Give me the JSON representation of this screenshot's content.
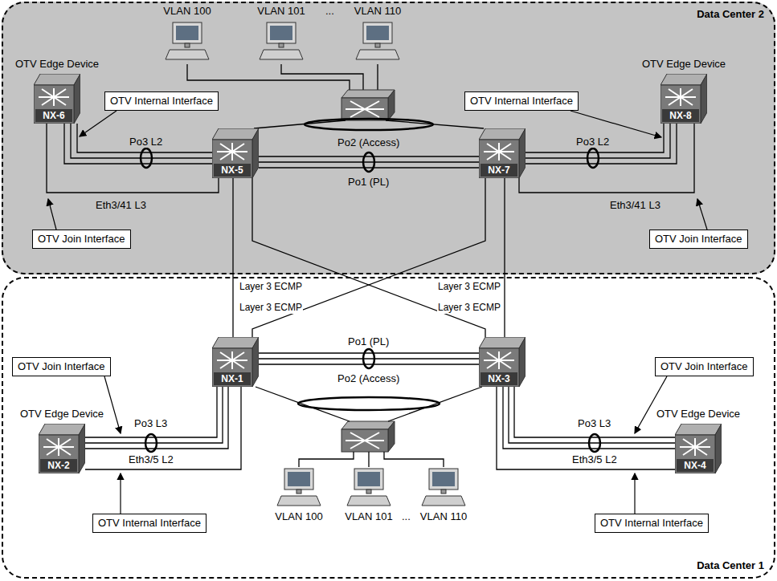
{
  "diagram": {
    "nodes": [
      {
        "text": [
          "Data Center 2"
        ]
      },
      {
        "text": [
          "VLAN 100"
        ],
        "in": 0
      },
      {
        "text": [
          "VLAN 101"
        ],
        "in": 0
      },
      {
        "text": [
          "VLAN 110"
        ],
        "in": 0
      },
      {
        "text": [
          "OTV Edge Device",
          "NX-6"
        ],
        "in": 0
      },
      {
        "text": [
          "OTV Internal Interface"
        ],
        "in": 0
      },
      {
        "text": [
          "NX-5"
        ],
        "in": 0
      },
      {
        "text": [
          "NX-7"
        ],
        "in": 0
      },
      {
        "text": [
          "OTV Internal Interface"
        ],
        "in": 0
      },
      {
        "text": [
          "OTV Edge Device",
          "NX-8"
        ],
        "in": 0
      },
      {
        "text": [
          "OTV Join Interface"
        ],
        "in": 0
      },
      {
        "text": [
          "OTV Join Interface"
        ],
        "in": 0
      },
      {
        "text": [
          "Data Center 1"
        ]
      },
      {
        "text": [
          "OTV Join Interface"
        ],
        "in": 12
      },
      {
        "text": [
          "NX-1"
        ],
        "in": 12
      },
      {
        "text": [
          "NX-3"
        ],
        "in": 12
      },
      {
        "text": [
          "OTV Join Interface"
        ],
        "in": 12
      },
      {
        "text": [
          "OTV Edge Device",
          "NX-2"
        ],
        "in": 12
      },
      {
        "text": [
          "OTV Edge Device",
          "NX-4"
        ],
        "in": 12
      },
      {
        "text": [
          "OTV Internal Interface"
        ],
        "in": 12
      },
      {
        "text": [
          "VLAN 100"
        ],
        "in": 12
      },
      {
        "text": [
          "VLAN 101"
        ],
        "in": 12
      },
      {
        "text": [
          "VLAN 110"
        ],
        "in": 12
      },
      {
        "text": [
          "OTV Internal Interface"
        ],
        "in": 12
      }
    ],
    "edges": [
      {
        "from": 4,
        "to": 6,
        "label": "Po3 L2",
        "arrow": "none"
      },
      {
        "from": 4,
        "to": 6,
        "label": "Eth3/41 L3",
        "arrow": "none"
      },
      {
        "from": 6,
        "to": 7,
        "label": "Po1 (PL)",
        "arrow": "none"
      },
      {
        "from": 9,
        "to": 7,
        "label": "Po3 L2",
        "arrow": "none"
      },
      {
        "from": 9,
        "to": 7,
        "label": "Eth3/41 L3",
        "arrow": "none"
      },
      {
        "from": 6,
        "to": 14,
        "arrow": "none"
      },
      {
        "from": 6,
        "to": 15,
        "arrow": "none"
      },
      {
        "from": 7,
        "to": 14,
        "arrow": "none"
      },
      {
        "from": 7,
        "to": 15,
        "arrow": "none"
      },
      {
        "from": 14,
        "to": 15,
        "label": "Po1 (PL)",
        "arrow": "none"
      },
      {
        "from": 14,
        "to": 17,
        "label": "Po3 L3",
        "arrow": "none"
      },
      {
        "from": 14,
        "to": 17,
        "label": "Eth3/5 L2",
        "arrow": "none"
      },
      {
        "from": 15,
        "to": 18,
        "label": "Po3 L3",
        "arrow": "none"
      },
      {
        "from": 15,
        "to": 18,
        "label": "Eth3/5 L2",
        "arrow": "none"
      }
    ],
    "labels": [
      "...",
      "Po2 (Access)",
      "Layer 3 ECMP",
      "Layer 3 ECMP",
      "Layer 3 ECMP",
      "Layer 3 ECMP",
      "Po2 (Access)",
      "..."
    ]
  }
}
